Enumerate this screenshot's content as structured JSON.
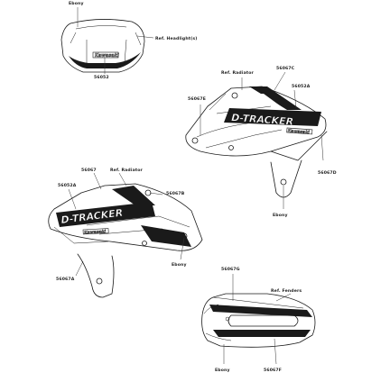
{
  "labels": {
    "ebony_top": "Ebony",
    "ref_headlight": "Ref. Headlight(s)",
    "p56052": "56052",
    "ref_radiator_right": "Ref. Radiator",
    "p56067c": "56067C",
    "p56067e": "56067E",
    "p56052a_right": "56052A",
    "p56067d": "56067D",
    "ebony_right": "Ebony",
    "p56067": "56067",
    "ref_radiator_left": "Ref. Radiator",
    "p56052a_left": "56052A",
    "p56067b": "56067B",
    "ebony_left": "Ebony",
    "p56067a": "56067A",
    "p56067g": "56067G",
    "ref_fenders": "Ref. Fenders",
    "ebony_bottom": "Ebony",
    "p56067f": "56067F"
  },
  "decal_text": {
    "brand_small": "Kawasaki",
    "model_logo": "D-TRACKER"
  }
}
